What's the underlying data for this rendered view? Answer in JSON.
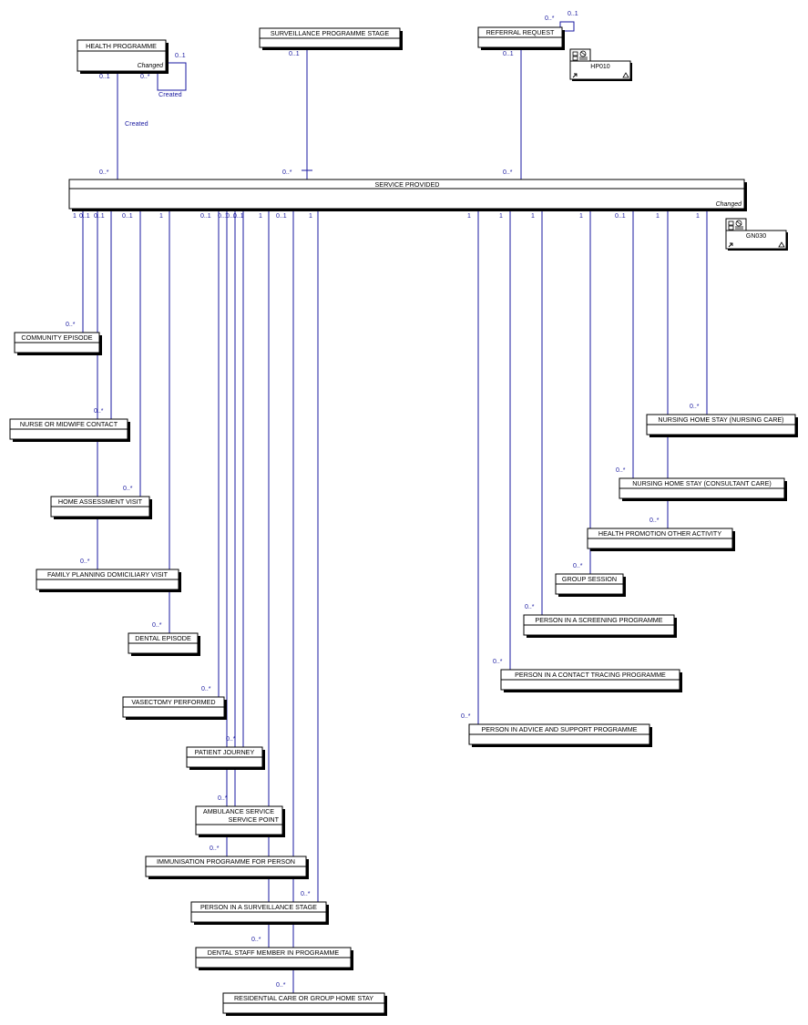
{
  "central": {
    "name": "SERVICE PROVIDED",
    "stereotype": "Changed"
  },
  "top_entities": [
    {
      "id": "health-programme",
      "name": "HEALTH PROGRAMME",
      "stereotype": "Changed",
      "mult_self_a": "0..1",
      "mult_self_b": "0..*",
      "self_role": "Created",
      "mult_top": "0..1",
      "mult_bottom": "0..*",
      "role": "Created"
    },
    {
      "id": "surveillance-programme-stage",
      "name": "SURVEILLANCE PROGRAMME STAGE",
      "mult_top": "0..1",
      "mult_bottom": "0..*"
    },
    {
      "id": "referral-request",
      "name": "REFERRAL REQUEST",
      "mult_self_a": "0..1",
      "mult_self_b": "0..*",
      "mult_top": "0..1",
      "mult_bottom": "0..*"
    }
  ],
  "refs": [
    {
      "id": "hp010",
      "name": "HP010"
    },
    {
      "id": "gn030",
      "name": "GN030"
    }
  ],
  "children": [
    {
      "id": "community-episode",
      "name": "COMMUNITY EPISODE",
      "mult_top": "1",
      "mult_bottom": "0..*"
    },
    {
      "id": "nurse-or-midwife-contact",
      "name": "NURSE OR MIDWIFE CONTACT",
      "mult_top": "0..1",
      "mult_bottom": "0..*"
    },
    {
      "id": "home-assessment-visit",
      "name": "HOME ASSESSMENT VISIT",
      "mult_top": "0..1",
      "mult_bottom": "0..*"
    },
    {
      "id": "family-planning-domiciliary-visit",
      "name": "FAMILY PLANNING DOMICILIARY VISIT",
      "mult_top": "0..1",
      "mult_bottom": "0..*"
    },
    {
      "id": "dental-episode",
      "name": "DENTAL EPISODE",
      "mult_top": "1",
      "mult_bottom": "0..*"
    },
    {
      "id": "vasectomy-performed",
      "name": "VASECTOMY PERFORMED",
      "mult_top": "0..1",
      "mult_bottom": "0..*"
    },
    {
      "id": "patient-journey",
      "name": "PATIENT JOURNEY",
      "mult_top": "0..1",
      "mult_bottom": "0..*"
    },
    {
      "id": "ambulance-service-service-point",
      "name_line1": "AMBULANCE SERVICE",
      "name_line2": "SERVICE POINT",
      "mult_top": "0..1",
      "mult_bottom": "0..*"
    },
    {
      "id": "immunisation-programme-for-person",
      "name": "IMMUNISATION PROGRAMME FOR PERSON",
      "mult_top": "0..1",
      "mult_bottom": "0..*"
    },
    {
      "id": "person-in-a-surveillance-stage",
      "name": "PERSON IN A SURVEILLANCE STAGE",
      "mult_top": "1",
      "mult_bottom": "0..*"
    },
    {
      "id": "dental-staff-member-in-programme",
      "name": "DENTAL STAFF MEMBER IN PROGRAMME",
      "mult_top": "1",
      "mult_bottom": "0..*"
    },
    {
      "id": "residential-care-or-group-home-stay",
      "name": "RESIDENTIAL CARE OR GROUP HOME STAY",
      "mult_top": "0..1",
      "mult_bottom": "0..*"
    },
    {
      "id": "person-in-advice-and-support-programme",
      "name": "PERSON IN ADVICE AND SUPPORT PROGRAMME",
      "mult_top": "1",
      "mult_bottom": "0..*"
    },
    {
      "id": "person-in-a-contact-tracing-programme",
      "name": "PERSON IN A CONTACT TRACING PROGRAMME",
      "mult_top": "1",
      "mult_bottom": "0..*"
    },
    {
      "id": "person-in-a-screening-programme",
      "name": "PERSON IN A SCREENING PROGRAMME",
      "mult_top": "1",
      "mult_bottom": "0..*"
    },
    {
      "id": "group-session",
      "name": "GROUP SESSION",
      "mult_top": "1",
      "mult_bottom": "0..*"
    },
    {
      "id": "health-promotion-other-activity",
      "name": "HEALTH PROMOTION OTHER ACTIVITY",
      "mult_top": "0..1",
      "mult_bottom": "0..*"
    },
    {
      "id": "nursing-home-stay-consultant-care",
      "name": "NURSING HOME STAY (CONSULTANT CARE)",
      "mult_top": "1",
      "mult_bottom": "0..*"
    },
    {
      "id": "nursing-home-stay-nursing-care",
      "name": "NURSING HOME STAY (NURSING CARE)",
      "mult_top": "1",
      "mult_bottom": "0..*"
    }
  ],
  "colors": {
    "line": "#1a1aa0",
    "text": "#000000",
    "box_border": "#000000",
    "shadow": "#000000"
  }
}
